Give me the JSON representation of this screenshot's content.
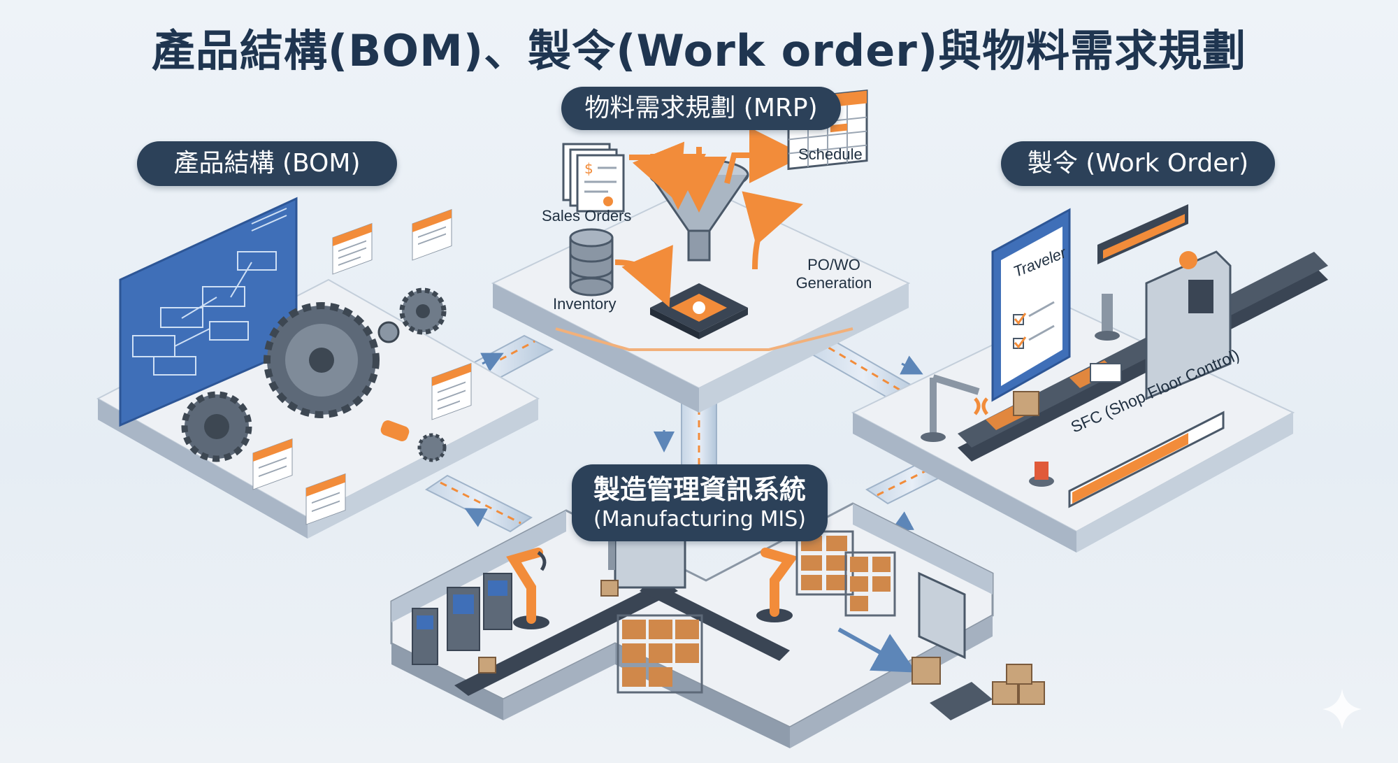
{
  "title": "產品結構(BOM)、製令(Work order)與物料需求規劃",
  "sections": {
    "mrp": "物料需求規劃 (MRP)",
    "bom": "產品結構 (BOM)",
    "work_order": "製令 (Work Order)",
    "mis_line1": "製造管理資訊系統",
    "mis_line2": "(Manufacturing MIS)"
  },
  "mrp_labels": {
    "sales_orders": "Sales Orders",
    "inventory": "Inventory",
    "schedule": "Schedule",
    "po_wo_line1": "PO/WO",
    "po_wo_line2": "Generation"
  },
  "work_order_labels": {
    "traveler": "Traveler",
    "sfc": "SFC (Shop Floor Control)"
  },
  "colors": {
    "accent_orange": "#f28c3a",
    "navy": "#2c4159",
    "platform_top": "#eef1f5",
    "platform_side": "#b9c5d3",
    "blueprint": "#3f6fb8",
    "conduit": "#a9bfd6"
  },
  "icons": [
    "sales-orders-document-icon",
    "database-icon",
    "funnel-icon",
    "calendar-icon",
    "processor-chip-icon",
    "gear-icon",
    "clipboard-icon",
    "conveyor-icon",
    "robot-arm-icon",
    "warehouse-rack-icon",
    "box-icon",
    "sparkle-icon"
  ]
}
